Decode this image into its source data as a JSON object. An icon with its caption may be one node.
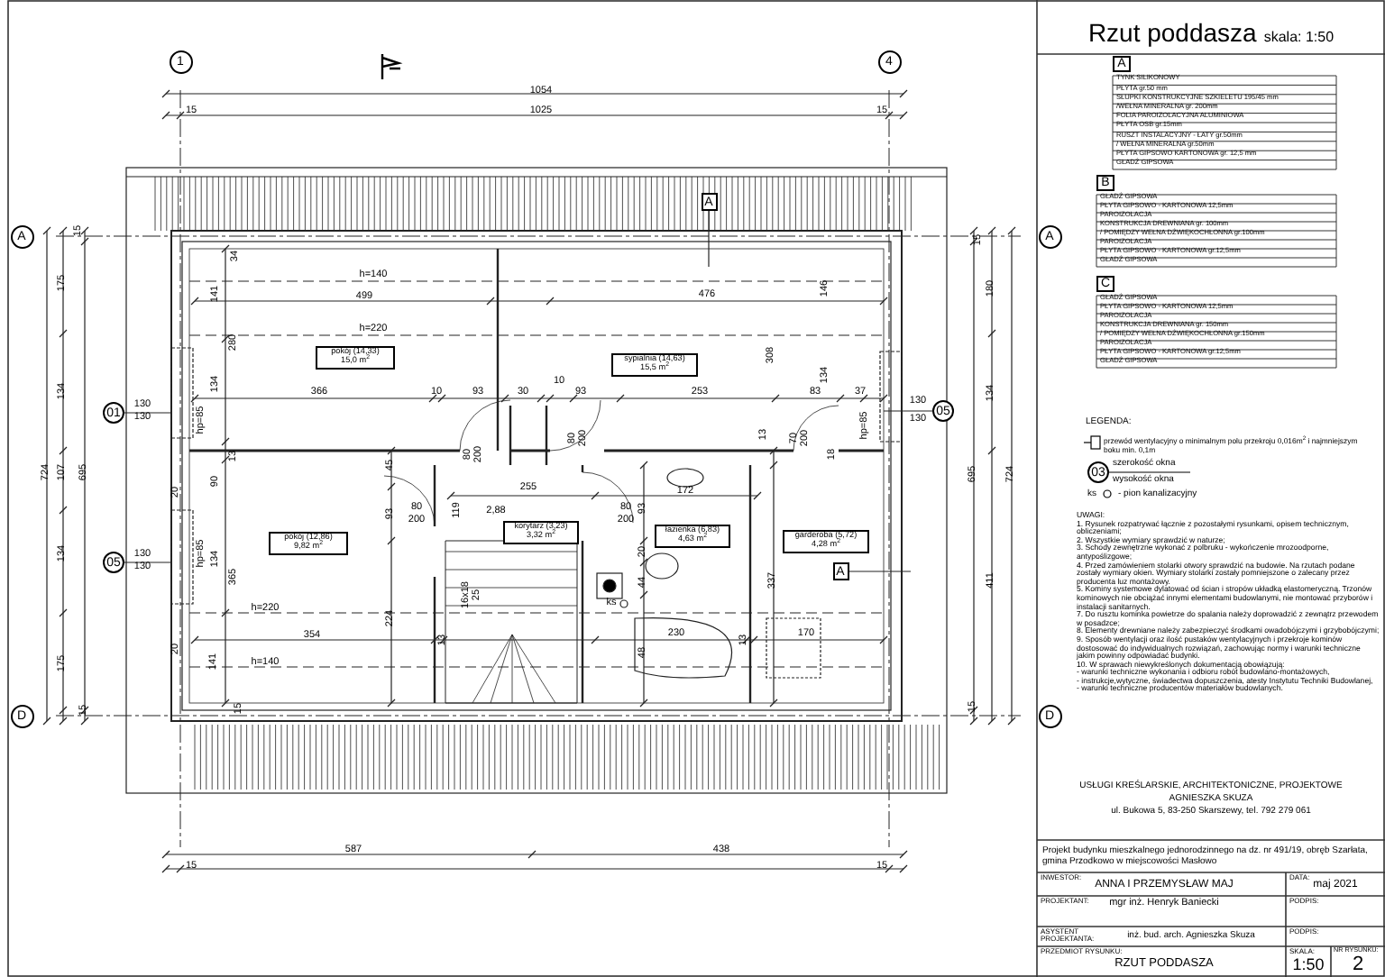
{
  "diagram": {
    "title": "Rzut poddasza",
    "nodes": [
      {
        "text": [
          "1"
        ]
      },
      {
        "text": [
          "4"
        ]
      },
      {
        "text": [
          "A"
        ]
      },
      {
        "text": [
          "A"
        ]
      },
      {
        "text": [
          "D"
        ]
      },
      {
        "text": [
          "D"
        ]
      },
      {
        "text": [
          "01"
        ]
      },
      {
        "text": [
          "05"
        ]
      },
      {
        "text": [
          "05"
        ]
      },
      {
        "text": [
          "pokój (14,33)",
          "15,0 m$^{2}$"
        ]
      },
      {
        "text": [
          "sypialnia (14,63)",
          "15,5 m$^{2}$"
        ]
      },
      {
        "text": [
          "pokój (12,86)",
          "9,82 m$^{2}$"
        ]
      },
      {
        "text": [
          "korytarz (3,23)",
          "3,32 m$^{2}$"
        ]
      },
      {
        "text": [
          "łazienka (6,83)",
          "4,63 m$^{2}$"
        ]
      },
      {
        "text": [
          "garderoba (5,72)",
          "4,28 m$^{2}$"
        ]
      },
      {
        "text": [
          "A"
        ]
      },
      {
        "text": [
          "A"
        ]
      },
      {
        "text": [
          "A"
        ]
      },
      {
        "text": [
          "B"
        ]
      },
      {
        "text": [
          "C"
        ]
      },
      {
        "text": [
          "03"
        ]
      }
    ],
    "edges": [
      {
        "from": 6,
        "to": null,
        "arrow": "none"
      },
      {
        "from": 7,
        "to": null,
        "arrow": "none"
      },
      {
        "from": 8,
        "to": null,
        "arrow": "none"
      },
      {
        "from": 15,
        "to": null,
        "arrow": "none"
      },
      {
        "from": 16,
        "to": null,
        "arrow": "none"
      }
    ],
    "labels": [
      "1054",
      "15",
      "1025",
      "15",
      "15",
      "34",
      "175",
      "724",
      "695",
      "134",
      "107",
      "134",
      "175",
      "15",
      "130",
      "130",
      "130",
      "130",
      "h=140",
      "141",
      "499",
      "h=220",
      "280",
      "476",
      "146",
      "180",
      "308",
      "134",
      "366",
      "10",
      "93",
      "30",
      "10",
      "93",
      "253",
      "83",
      "134",
      "37",
      "130",
      "130",
      "134",
      "hp=85",
      "hp=85",
      "80",
      "200",
      "80",
      "200",
      "70",
      "200",
      "13",
      "13",
      "45",
      "18",
      "695",
      "724",
      "90",
      "20",
      "255",
      "172",
      "80",
      "200",
      "93",
      "119",
      "2,88",
      "80",
      "200",
      "93",
      "20",
      "hp=85",
      "134",
      "365",
      "44",
      "337",
      "411",
      "16x18",
      "25",
      "ks",
      "h=220",
      "224",
      "354",
      "13",
      "230",
      "13",
      "170",
      "20",
      "141",
      "h=140",
      "48",
      "15",
      "15",
      "587",
      "15",
      "438",
      "15",
      "15",
      "skala: 1:50",
      "TYNK SILIKONOWY",
      "PŁYTA gr.50 mm",
      "SŁUPKI KONSTRUKCYJNE SZKIELETU 195/45 mm",
      "/WEŁNA MINERALNA gr. 200mm",
      "FOLIA PAROIZOLACYJNA ALUMINIOWA",
      "PŁYTA OSB gr.15mm",
      "RUSZT INSTALACYJNY - ŁATY gr.50mm",
      "/ WEŁNA MINERALNA gr.50mm",
      "PŁYTA GIPSOWO KARTONOWA gr. 12,5 mm",
      "GŁADŹ GIPSOWA",
      "GŁADŹ GIPSOWA",
      "PŁYTA GIPSOWO - KARTONOWA 12,5mm",
      "PAROIZOLACJA",
      "KONSTRUKCJA DREWNIANA gr. 100mm",
      "/ POMIĘDZY WEŁNA DŹWIĘKOCHŁONNA gr.100mm",
      "PAROIZOLACJA",
      "PŁYTA GIPSOWO - KARTONOWA gr.12,5mm",
      "GŁADŹ GIPSOWA",
      "GŁADŹ GIPSOWA",
      "PŁYTA GIPSOWO - KARTONOWA 12,5mm",
      "PAROIZOLACJA",
      "KONSTRUKCJA DREWNIANA gr. 150mm",
      "/ POMIĘDZY WEŁNA DŹWIĘKOCHŁONNA gr.150mm",
      "PAROIZOLACJA",
      "PŁYTA GIPSOWO - KARTONOWA gr.12,5mm",
      "GŁADŹ GIPSOWA",
      "LEGENDA:",
      "ks",
      "UWAGI:",
      "1. Rysunek rozpatrywać łącznie z pozostałymi rysunkami, opisem technicznym, obliczeniami;",
      "2. Wszystkie wymiary sprawdzić w naturze;",
      "3. Schody zewnętrzne wykonać z polbruku - wykończenie mrozoodporne, antypoślizgowe;",
      "4. Przed zamówieniem stolarki otwory sprawdzić na budowie. Na rzutach podane zostały wymiary okien. Wymiary stolarki zostały pomniejszone o zalecany przez producenta luz montażowy.",
      "5. Kominy systemowe dylatować od ścian i stropów układką elastomeryczną. Trzonów kominowych nie obciążać innymi elementami budowlanymi, nie montować przyborów i instalacji sanitarnych.",
      "7. Do rusztu kominka powietrze do spalania należy doprowadzić z zewnątrz przewodem w posadzce;",
      "8. Elementy drewniane należy zabezpieczyć środkami owadobójczymi i grzybobójczymi;",
      "9. Sposób wentylacji oraz ilość pustaków wentylacyjnych i przekroje kominów dostosować do indywidualnych rozwiązań, zachowując normy i warunki techniczne jakim powinny odpowiadać budynki.",
      "10. W sprawach niewykreślonych dokumentacją obowiązują:",
      "- warunki techniczne wykonania i odbioru robót budowlano-montażowych,",
      "- instrukcje,wytyczne, świadectwa dopuszczenia, atesty Instytutu Techniki Budowlanej,",
      "- warunki techniczne producentów materiałów budowlanych.",
      "USŁUGI KREŚLARSKIE, ARCHITEKTONICZNE, PROJEKTOWE",
      "AGNIESZKA SKUZA",
      "ul. Bukowa 5, 83-250 Skarszewy, tel. 792 279 061",
      "Projekt budynku mieszkalnego jednorodzinnego na dz. nr 491/19, obręb Szarłata, gmina Przodkowo w miejscowości Masłowo",
      "INWESTOR:",
      "ANNA I PRZEMYSŁAW MAJ",
      "DATA:",
      "maj 2021",
      "PROJEKTANT:",
      "mgr inż. Henryk Baniecki",
      "PODPIS:",
      "ASYSTENT PROJEKTANTA:",
      "inż. bud. arch. Agnieszka Skuza",
      "PODPIS:",
      "PRZEDMIOT RYSUNKU:",
      "RZUT PODDASZA",
      "SKALA:",
      "1:50",
      "NR RYSUNKU:",
      "2"
    ],
    "legend": [
      {
        "text": "przewód wentylacyjny o minimalnym polu przekroju 0,016m$^{2}$ i najmniejszym boku min. 0,1m"
      },
      {
        "text": "szerokość okna"
      },
      {
        "text": "wysokość okna"
      },
      {
        "text": "- pion kanalizacyjny"
      }
    ]
  }
}
